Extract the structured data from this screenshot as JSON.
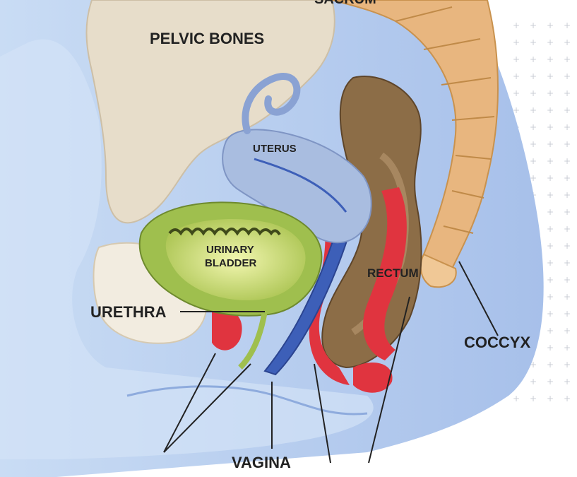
{
  "labels": {
    "sacrum": "SACRUM",
    "pelvic_bones": "PELVIC BONES",
    "uterus": "UTERUS",
    "urinary_bladder_line1": "URINARY",
    "urinary_bladder_line2": "BLADDER",
    "rectum": "RECTUM",
    "urethra": "URETHRA",
    "coccyx": "COCCYX",
    "vagina": "VAGINA"
  },
  "colors": {
    "body": "#b9cff0",
    "bone": "#e9e0cf",
    "sacrum": "#e7b47d",
    "bladder": "#c7d98a",
    "uterus": "#a9bde0",
    "rectum": "#8a6a44",
    "muscle": "#e0343f",
    "vagina": "#3d5fb8"
  }
}
